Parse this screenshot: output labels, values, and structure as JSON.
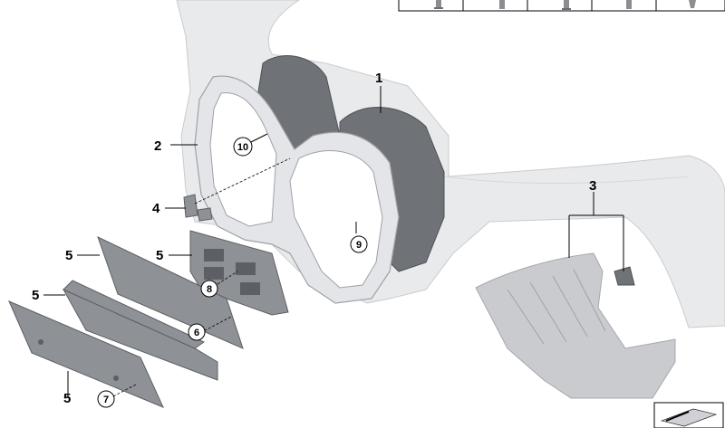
{
  "callouts": {
    "c1": "1",
    "c2": "2",
    "c3": "3",
    "c4": "4",
    "c5a": "5",
    "c5b": "5",
    "c5c": "5",
    "c5d": "5",
    "c6": "6",
    "c7": "7",
    "c8": "8",
    "c9": "9",
    "c10": "10"
  }
}
